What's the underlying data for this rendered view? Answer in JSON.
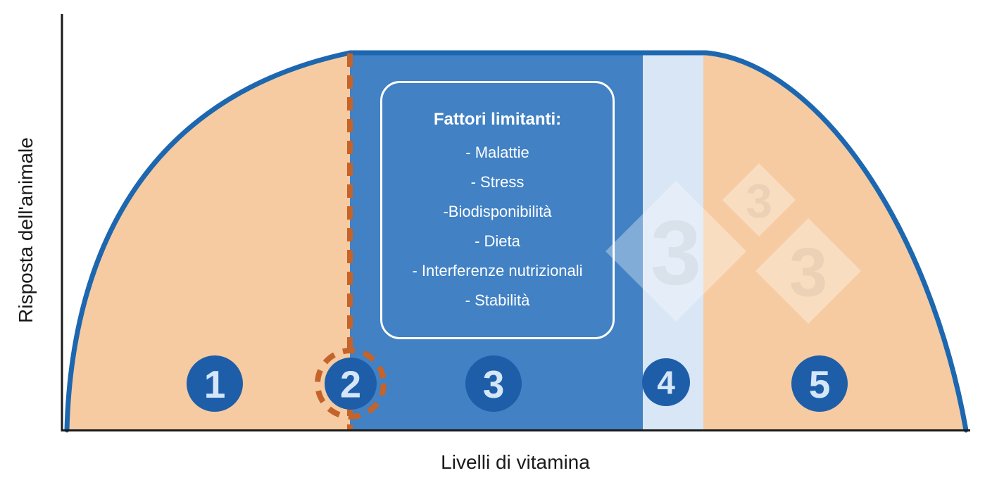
{
  "figure": {
    "x_axis_label": "Livelli di vitamina",
    "y_axis_label": "Risposta dell'animale"
  },
  "factors_box": {
    "title": "Fattori limitanti:",
    "items": [
      "- Malattie",
      "- Stress",
      "-Biodisponibilità",
      "- Dieta",
      "- Interferenze nutrizionali",
      "- Stabilità"
    ]
  },
  "zone_markers": [
    {
      "label": "1",
      "highlighted": false
    },
    {
      "label": "2",
      "highlighted": true
    },
    {
      "label": "3",
      "highlighted": false
    },
    {
      "label": "4",
      "highlighted": false
    },
    {
      "label": "5",
      "highlighted": false
    }
  ],
  "watermark": {
    "glyphs": [
      "3",
      "3",
      "3"
    ]
  },
  "colors": {
    "curve_stroke": "#1c67b0",
    "zone_orange": "#f6cba2",
    "zone_blue": "#4181c4",
    "zone_light_blue": "#d8e6f5",
    "dashed_accent_orange": "#c4632a",
    "marker_circle_blue": "#1e5ea9",
    "marker_number": "#d5e6f8",
    "axis_black": "#1a1a1a",
    "box_border": "#ffffff"
  },
  "chart_data": {
    "type": "area",
    "title": "",
    "xlabel": "Livelli di vitamina",
    "ylabel": "Risposta dell'animale",
    "x_ticks": [],
    "y_ticks": [],
    "grid": false,
    "curve_points_normalized": [
      [
        0.005,
        0.0
      ],
      [
        0.02,
        0.35
      ],
      [
        0.06,
        0.62
      ],
      [
        0.12,
        0.8
      ],
      [
        0.2,
        0.92
      ],
      [
        0.317,
        1.0
      ],
      [
        0.71,
        1.0
      ],
      [
        0.8,
        0.85
      ],
      [
        0.9,
        0.52
      ],
      [
        0.996,
        0.0
      ]
    ],
    "zones": [
      {
        "label": "1",
        "x_start": 0.0,
        "x_end": 0.317,
        "fill": "orange"
      },
      {
        "label": "2",
        "x_center": 0.317,
        "fill": "boundary",
        "highlighted_dashed": true
      },
      {
        "label": "3",
        "x_start": 0.317,
        "x_end": 0.64,
        "fill": "blue"
      },
      {
        "label": "4",
        "x_start": 0.64,
        "x_end": 0.707,
        "fill": "light-blue"
      },
      {
        "label": "5",
        "x_start": 0.707,
        "x_end": 1.0,
        "fill": "orange"
      }
    ],
    "annotations": [
      "Fattori limitanti:",
      "- Malattie",
      "- Stress",
      "-Biodisponibilità",
      "- Dieta",
      "- Interferenze nutrizionali",
      "- Stabilità"
    ]
  }
}
